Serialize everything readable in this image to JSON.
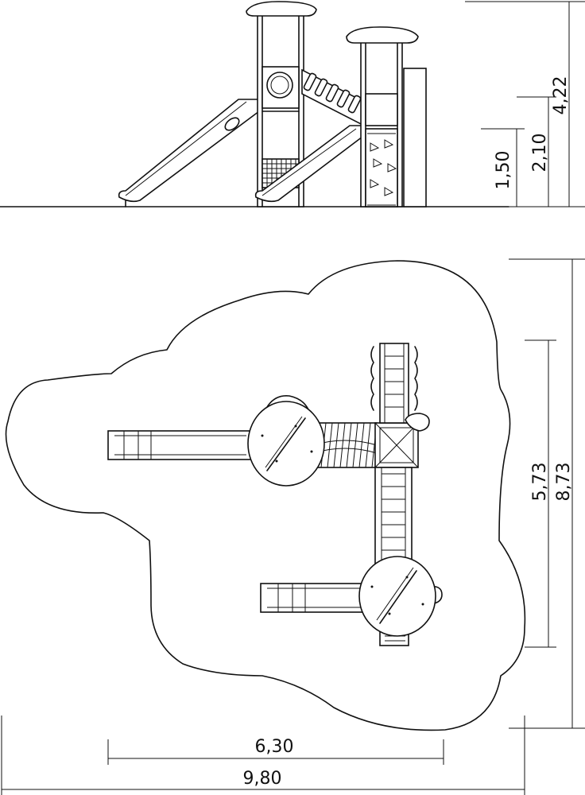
{
  "dimensions": {
    "side_height_total": "4,22",
    "side_height_platform_high": "2,10",
    "side_height_platform_low": "1,50",
    "plan_depth_total": "8,73",
    "plan_depth_equipment": "5,73",
    "plan_width_equipment": "6,30",
    "plan_width_total": "9,80"
  }
}
